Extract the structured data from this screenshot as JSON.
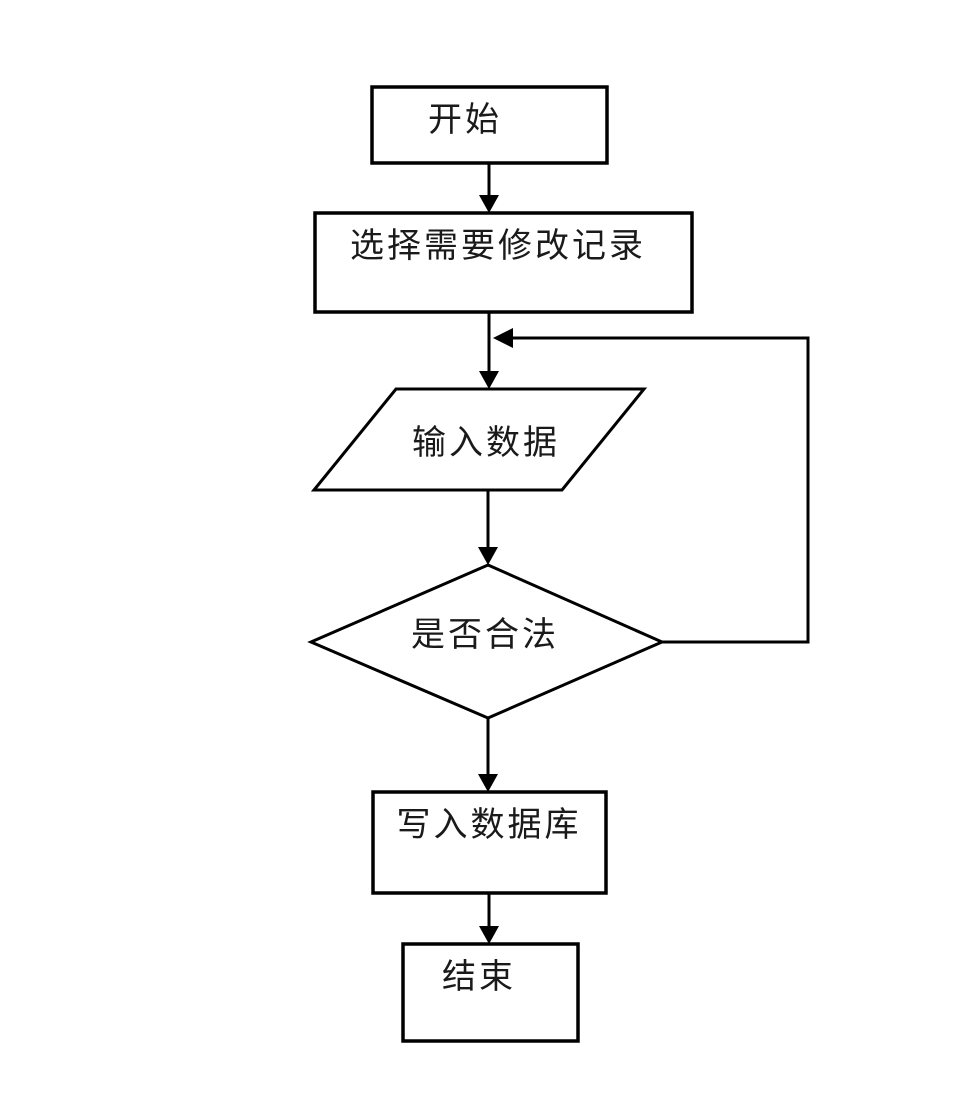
{
  "diagram": {
    "type": "flowchart",
    "background": "#ffffff",
    "line_color": "#000000",
    "text_color": "#1a1a1a",
    "nodes": [
      {
        "id": "start",
        "shape": "rectangle",
        "label": "开始"
      },
      {
        "id": "select-record",
        "shape": "rectangle",
        "label": "选择需要修改记录"
      },
      {
        "id": "input-data",
        "shape": "parallelogram",
        "label": "输入数据"
      },
      {
        "id": "validate",
        "shape": "diamond",
        "label": "是否合法"
      },
      {
        "id": "write-db",
        "shape": "rectangle",
        "label": "写入数据库"
      },
      {
        "id": "end",
        "shape": "rectangle",
        "label": "结束"
      }
    ],
    "edges": [
      {
        "from": "start",
        "to": "select-record",
        "label": ""
      },
      {
        "from": "select-record",
        "to": "input-data",
        "label": ""
      },
      {
        "from": "input-data",
        "to": "validate",
        "label": ""
      },
      {
        "from": "validate",
        "to": "write-db",
        "label": ""
      },
      {
        "from": "validate",
        "to": "input-data",
        "label": "",
        "note": "loop-back from diamond right side to arrow above input-data"
      },
      {
        "from": "write-db",
        "to": "end",
        "label": ""
      }
    ]
  }
}
